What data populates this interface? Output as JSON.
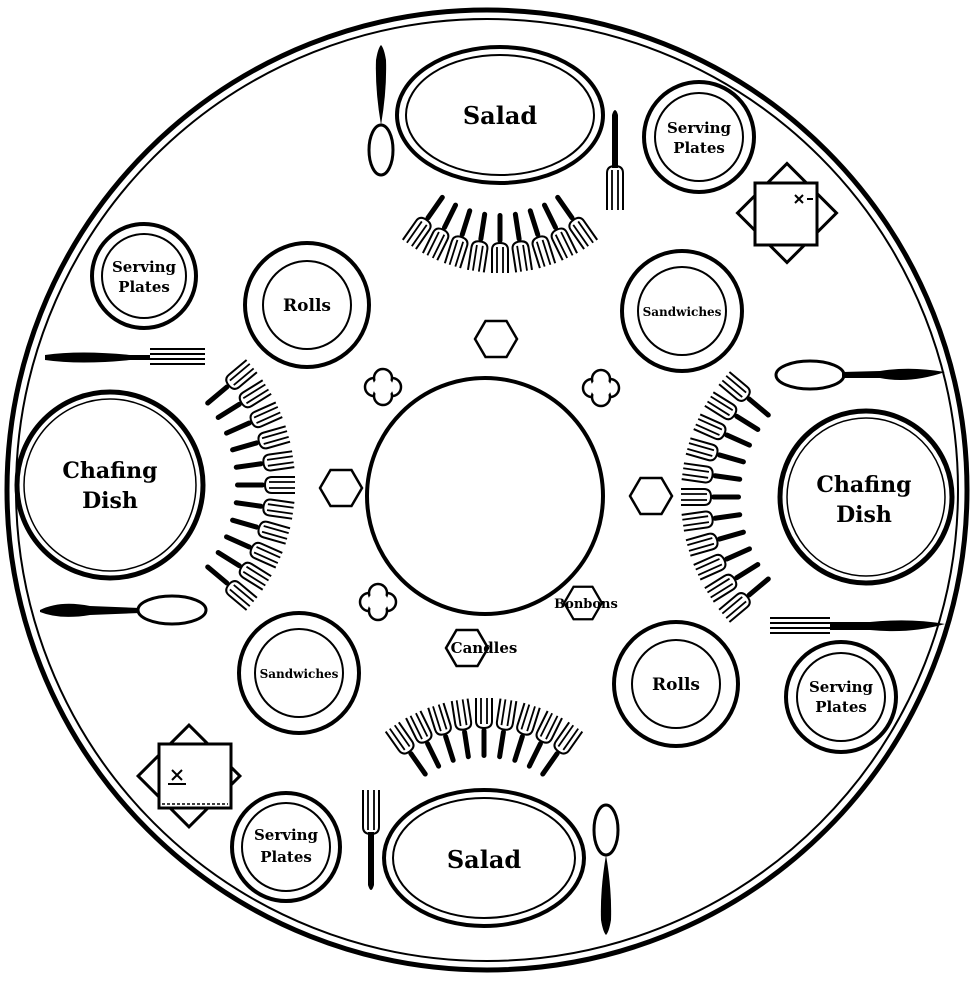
{
  "labels": {
    "salad": "Salad",
    "serving_plates": "Serving Plates",
    "serving_line1": "Serving",
    "serving_line2": "Plates",
    "rolls": "Rolls",
    "sandwiches": "Sandwiches",
    "chafing_line1": "Chafing",
    "chafing_line2": "Dish",
    "bonbons": "Bonbons",
    "candles": "Candles"
  },
  "colors": {
    "ink": "#000000",
    "paper": "#ffffff"
  },
  "icons": {
    "fork": "fork-icon",
    "spoon": "spoon-icon",
    "napkin": "folded-napkin-icon",
    "candle": "hexagon-candle-icon",
    "bonbon": "quatrefoil-bonbon-icon"
  }
}
